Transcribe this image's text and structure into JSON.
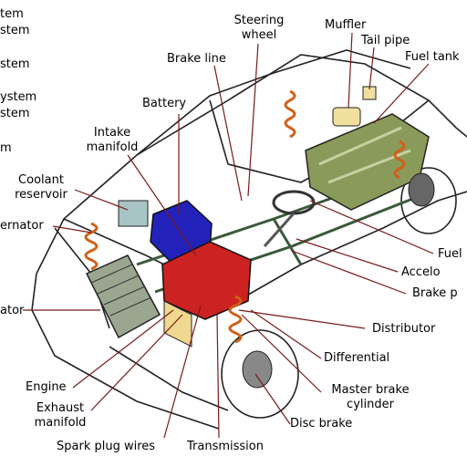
{
  "labels": {
    "steering_wheel_1": "Steering",
    "steering_wheel_2": "wheel",
    "muffler": "Muffler",
    "tail_pipe": "Tail pipe",
    "fuel_tank": "Fuel tank",
    "brake_line": "Brake line",
    "battery": "Battery",
    "intake_manifold_1": "Intake",
    "intake_manifold_2": "manifold",
    "coolant_reservoir_1": "Coolant",
    "coolant_reservoir_2": "reservoir",
    "alternator": "ernator",
    "radiator": "ator",
    "engine": "Engine",
    "exhaust_manifold_1": "Exhaust",
    "exhaust_manifold_2": "manifold",
    "spark_plug_wires": "Spark plug wires",
    "transmission": "Transmission",
    "disc_brake": "Disc brake",
    "master_brake_cylinder_1": "Master brake",
    "master_brake_cylinder_2": "cylinder",
    "differential": "Differential",
    "distributor": "Distributor",
    "brake_pedal": "Brake p",
    "accelerator": "Accelo",
    "fuel_line": "Fuel",
    "left_1": "tem",
    "left_2": "stem",
    "left_3": "stem",
    "left_4": "ystem",
    "left_5": "stem",
    "left_6": "m"
  },
  "colors": {
    "leader": "#7a1a1a",
    "battery": "#2222bb",
    "engine": "#cc2222",
    "tank": "#8a9a5a",
    "spring": "#d06018",
    "outline": "#222222"
  }
}
